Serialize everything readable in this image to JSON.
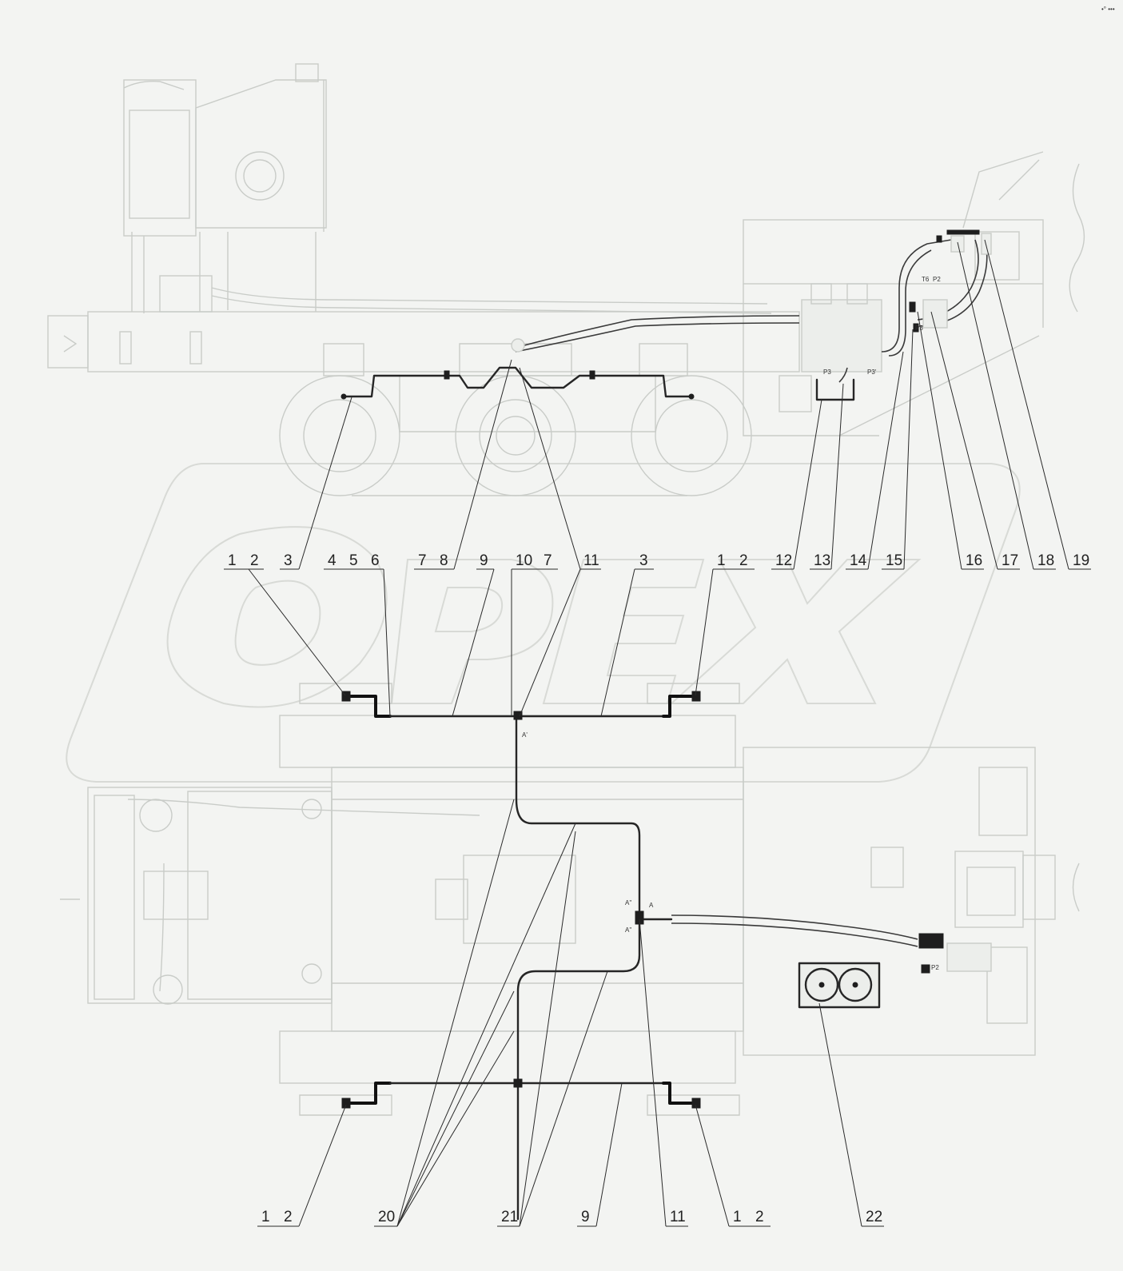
{
  "callouts_top": [
    "1",
    "2",
    "3",
    "4",
    "5",
    "6",
    "7",
    "8",
    "9",
    "10",
    "7",
    "11",
    "3",
    "1",
    "2",
    "12",
    "13",
    "14",
    "15",
    "16",
    "17",
    "18",
    "19"
  ],
  "callouts_bottom": [
    "1",
    "2",
    "20",
    "21",
    "9",
    "11",
    "1",
    "2",
    "22"
  ],
  "port_labels": {
    "p3": "P3",
    "p3_prime": "P3'",
    "p3_main": "P3",
    "t6": "T6",
    "p2": "P2",
    "a": "A",
    "a_prime": "A'",
    "a_dprime": "A''",
    "a_dprime2": "A''",
    "p2_bottom": "P2"
  },
  "corner_mark": "•° •••",
  "watermark": "OPEX",
  "colors": {
    "pipe": "#262626",
    "background_drawing": "#c9ccc8",
    "watermark": "#d8dad6"
  }
}
